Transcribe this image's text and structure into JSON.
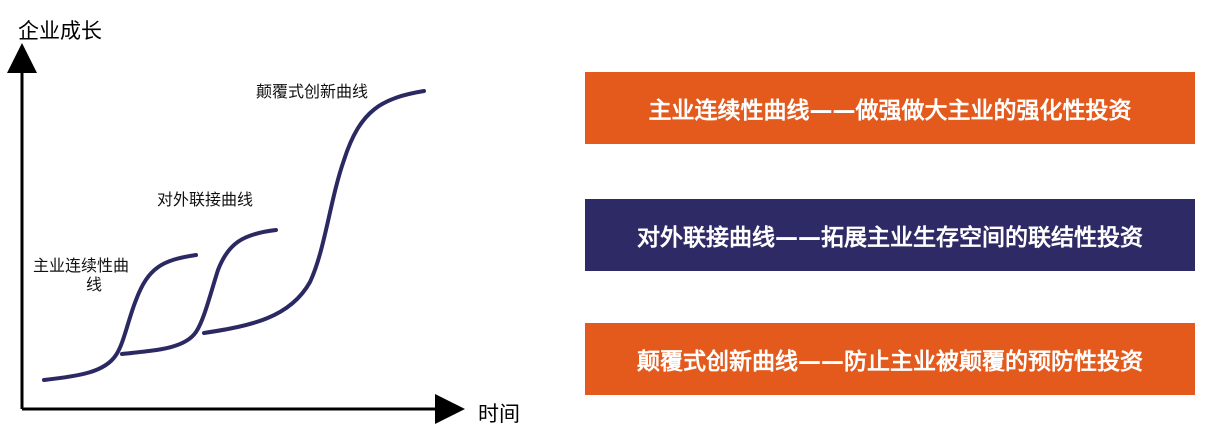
{
  "axes": {
    "y_label": "企业成长",
    "x_label": "时间"
  },
  "curve_labels": {
    "curve1_line1": "主业连续性曲",
    "curve1_line2": "线",
    "curve2": "对外联接曲线",
    "curve3": "颠覆式创新曲线"
  },
  "banners": [
    {
      "text": "主业连续性曲线——做强做大主业的强化性投资",
      "color": "#E35A1C"
    },
    {
      "text": "对外联接曲线——拓展主业生存空间的联结性投资",
      "color": "#2E2A66"
    },
    {
      "text": "颠覆式创新曲线——防止主业被颠覆的预防性投资",
      "color": "#E35A1C"
    }
  ],
  "colors": {
    "curve": "#2B2962",
    "axis": "#000000"
  }
}
